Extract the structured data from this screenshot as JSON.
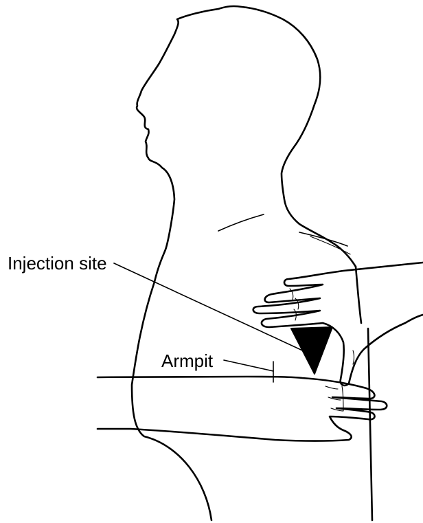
{
  "labels": {
    "injection_site": "Injection site",
    "armpit": "Armpit"
  },
  "icons": {
    "site_marker": "triangle-marker"
  },
  "colors": {
    "ink": "#000000",
    "background": "#ffffff"
  }
}
